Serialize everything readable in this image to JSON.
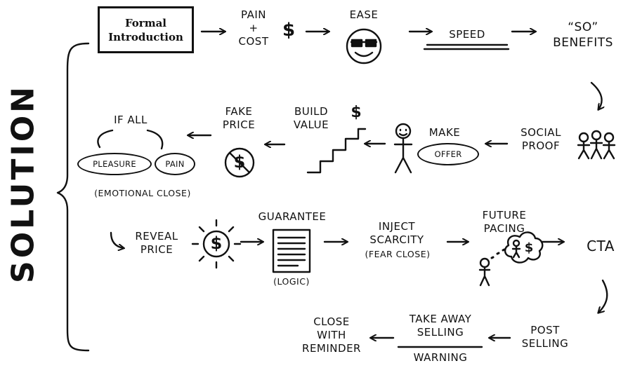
{
  "diagram": {
    "side_label": "SOLUTION",
    "row1": {
      "formal_intro": "Formal\nIntroduction",
      "pain_cost": "PAIN\n+\nCOST",
      "dollar": "$",
      "ease": "EASE",
      "speed": "SPEED",
      "so_benefits": "“SO”\nBENEFITS"
    },
    "row2": {
      "social_proof": "SOCIAL\nPROOF",
      "make": "MAKE",
      "offer": "OFFER",
      "build_value": "BUILD\nVALUE",
      "build_dollar": "$",
      "fake_price": "FAKE\nPRICE",
      "no_dollar": "$",
      "if_all": "IF ALL",
      "pleasure": "PLEASURE",
      "pain": "PAIN",
      "emotional_close": "(EMOTIONAL CLOSE)"
    },
    "row3": {
      "reveal_price": "REVEAL\nPRICE",
      "sun_dollar": "$",
      "guarantee": "GUARANTEE",
      "logic": "(LOGIC)",
      "inject_scarcity": "INJECT\nSCARCITY",
      "fear_close": "(FEAR CLOSE)",
      "future_pacing": "FUTURE\nPACING",
      "bubble_dollar": "$",
      "cta": "CTA"
    },
    "row4": {
      "post_selling": "POST\nSELLING",
      "take_away": "TAKE AWAY\nSELLING",
      "warning": "WARNING",
      "close_reminder": "CLOSE\nWITH\nREMINDER"
    }
  }
}
